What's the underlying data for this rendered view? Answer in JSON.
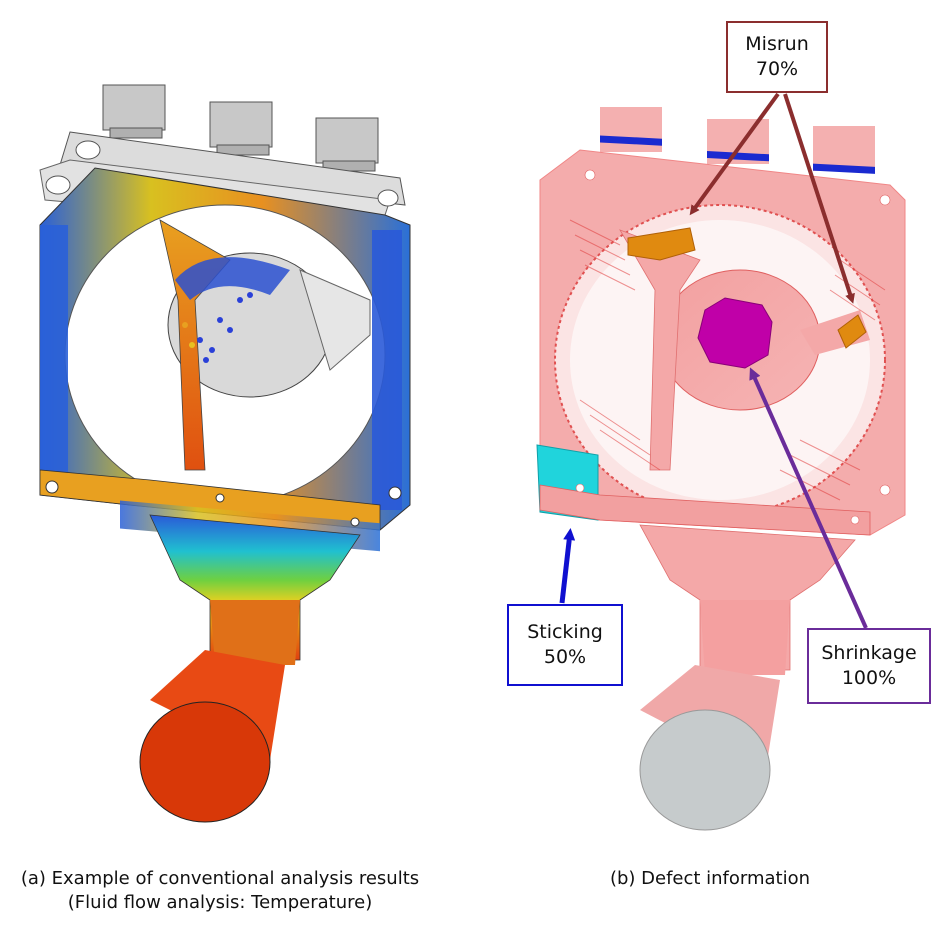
{
  "panel_a": {
    "caption_line1": "(a) Example of conventional analysis results",
    "caption_line2": "(Fluid flow analysis: Temperature)"
  },
  "panel_b": {
    "caption": "(b) Defect information",
    "callouts": {
      "misrun": {
        "label": "Misrun",
        "value": "70%"
      },
      "sticking": {
        "label": "Sticking",
        "value": "50%"
      },
      "shrinkage": {
        "label": "Shrinkage",
        "value": "100%"
      }
    }
  },
  "colors": {
    "misrun": "#8b2e2e",
    "sticking": "#1010d0",
    "shrinkage": "#6a2c9a",
    "sticking_region": "#20d4dc",
    "shrinkage_region": "#c000a8",
    "misrun_region": "#e08a10",
    "casting": "#f4a8a8",
    "casting_edge": "#e04040"
  }
}
